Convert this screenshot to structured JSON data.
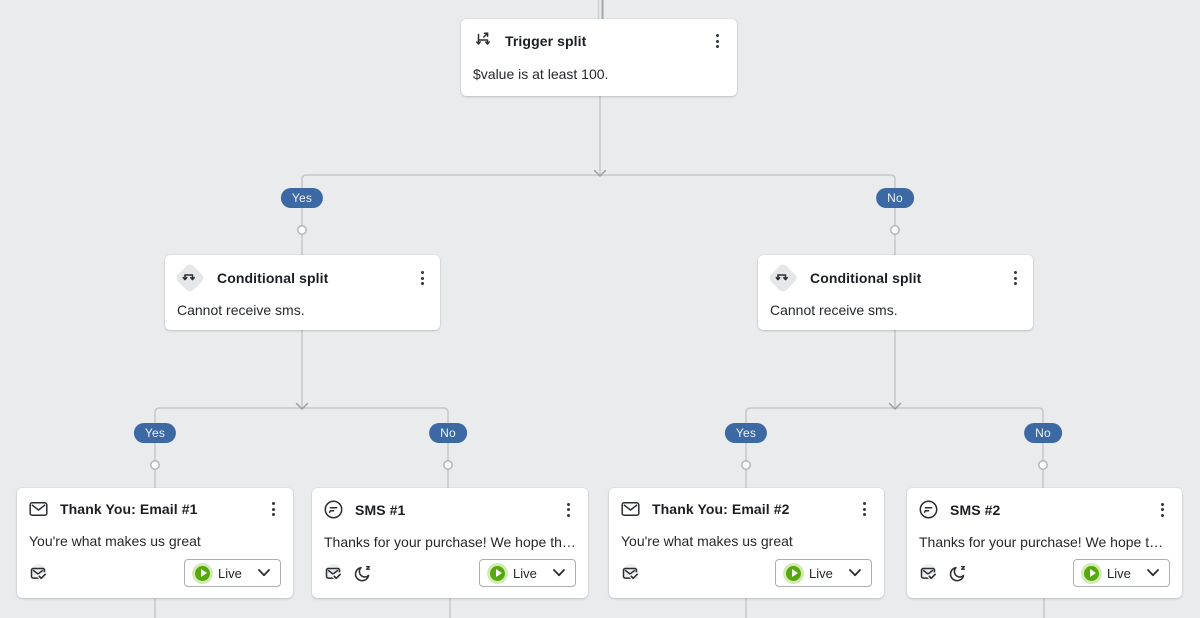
{
  "labels": {
    "yes": "Yes",
    "no": "No"
  },
  "colors": {
    "canvas_background": "#e9ebec",
    "connector_line": "#c5c8cb",
    "branch_badge_blue": "#3c69a4",
    "live_green": "#55aa0b",
    "live_green_ring": "#d4e9b6",
    "card_background": "#ffffff"
  },
  "trigger": {
    "title": "Trigger split",
    "description": "$value is at least 100.",
    "icon": "trigger-split-icon",
    "menu_icon": "kebab-menu-icon"
  },
  "splits": [
    {
      "title": "Conditional split",
      "description": "Cannot receive sms.",
      "icon": "conditional-split-icon",
      "menu_icon": "kebab-menu-icon",
      "branches": [
        "Yes",
        "No"
      ]
    },
    {
      "title": "Conditional split",
      "description": "Cannot receive sms.",
      "icon": "conditional-split-icon",
      "menu_icon": "kebab-menu-icon",
      "branches": [
        "Yes",
        "No"
      ]
    }
  ],
  "actions": [
    {
      "type": "email",
      "title": "Thank You: Email #1",
      "preview": "You're what makes us great",
      "status": "Live",
      "header_icon": "email-icon",
      "footer_icons": [
        "email-check-icon"
      ]
    },
    {
      "type": "sms",
      "title": "SMS #1",
      "preview": "Thanks for your purchase! We hope that ...",
      "status": "Live",
      "header_icon": "sms-message-icon",
      "footer_icons": [
        "email-check-icon",
        "quiet-hours-moon-icon"
      ]
    },
    {
      "type": "email",
      "title": "Thank You: Email #2",
      "preview": "You're what makes us great",
      "status": "Live",
      "header_icon": "email-icon",
      "footer_icons": [
        "email-check-icon"
      ]
    },
    {
      "type": "sms",
      "title": "SMS #2",
      "preview": "Thanks for your purchase! We hope that ...",
      "status": "Live",
      "header_icon": "sms-message-icon",
      "footer_icons": [
        "email-check-icon",
        "quiet-hours-moon-icon"
      ]
    }
  ]
}
